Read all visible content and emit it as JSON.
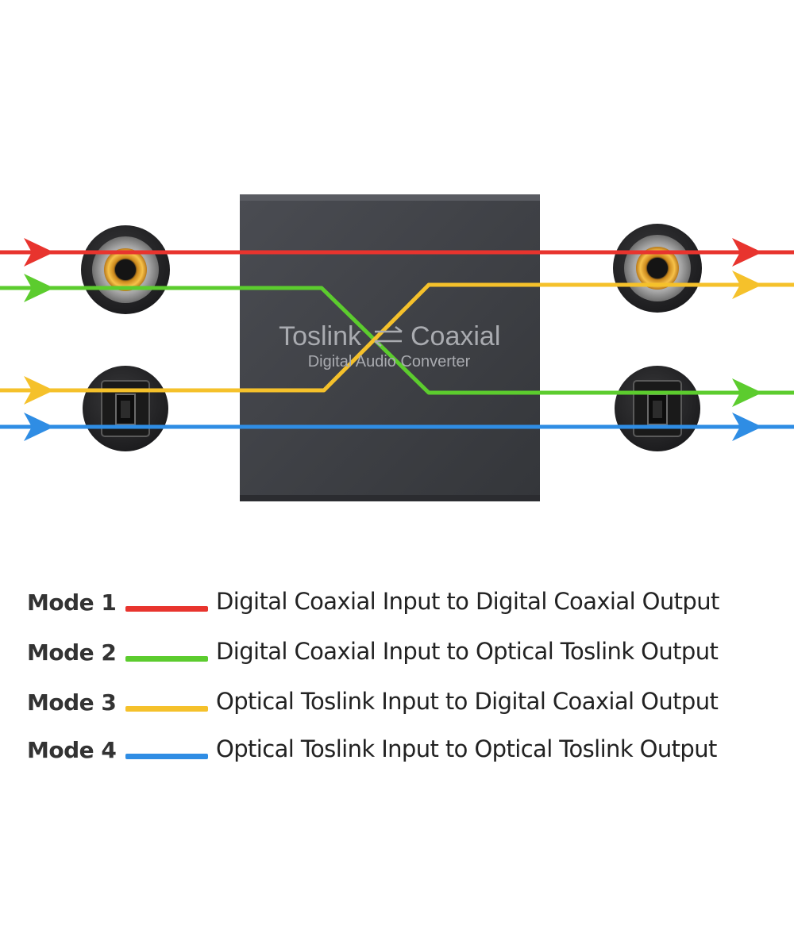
{
  "device": {
    "title_left": "Toslink",
    "title_right": "Coaxial",
    "subtitle": "Digital Audio Converter",
    "body_color": "#3e4045"
  },
  "ports": {
    "left": [
      {
        "name": "coaxial-input-left",
        "type": "coaxial"
      },
      {
        "name": "optical-input-left",
        "type": "optical"
      }
    ],
    "right": [
      {
        "name": "coaxial-output-right",
        "type": "coaxial"
      },
      {
        "name": "optical-output-right",
        "type": "optical"
      }
    ]
  },
  "colors": {
    "mode1": "#e8342e",
    "mode2": "#5ccc2e",
    "mode3": "#f5c12b",
    "mode4": "#2f8de4",
    "rca_ring": "#f3b23a",
    "port_dark": "#2a2a2c"
  },
  "legend": [
    {
      "label": "Mode 1",
      "color": "#e8342e",
      "text": "Digital Coaxial Input to Digital Coaxial Output"
    },
    {
      "label": "Mode 2",
      "color": "#5ccc2e",
      "text": "Digital Coaxial Input to Optical Toslink Output"
    },
    {
      "label": "Mode 3",
      "color": "#f5c12b",
      "text": "Optical Toslink Input to Digital Coaxial Output"
    },
    {
      "label": "Mode 4",
      "color": "#2f8de4",
      "text": "Optical Toslink Input to Optical Toslink Output"
    }
  ]
}
